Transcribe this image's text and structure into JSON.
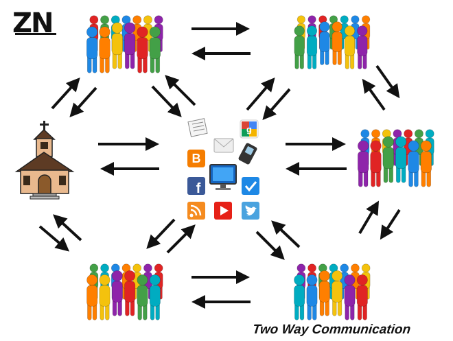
{
  "logo": {
    "text": "ZN"
  },
  "caption": "Two Way Communication",
  "colors": {
    "people": [
      "#e02424",
      "#f4c20d",
      "#1e88e5",
      "#43a047",
      "#8e24aa",
      "#ff7f00",
      "#00acc1"
    ],
    "arrow": "#111111",
    "church_wall": "#e9b98e",
    "church_roof": "#5d3b24"
  },
  "nodes": [
    {
      "id": "people-top-left",
      "kind": "people-group"
    },
    {
      "id": "people-top-right",
      "kind": "people-group"
    },
    {
      "id": "people-right",
      "kind": "people-group"
    },
    {
      "id": "people-bottom-left",
      "kind": "people-group"
    },
    {
      "id": "people-bottom-right",
      "kind": "people-group"
    },
    {
      "id": "church",
      "kind": "church-icon"
    },
    {
      "id": "media-hub",
      "kind": "social-media-icons"
    }
  ],
  "media_icons": [
    "document-icon",
    "email-icon",
    "google-icon",
    "blogger-icon",
    "phone-icon",
    "facebook-icon",
    "monitor-icon",
    "foursquare-icon",
    "rss-icon",
    "youtube-icon",
    "twitter-icon"
  ]
}
